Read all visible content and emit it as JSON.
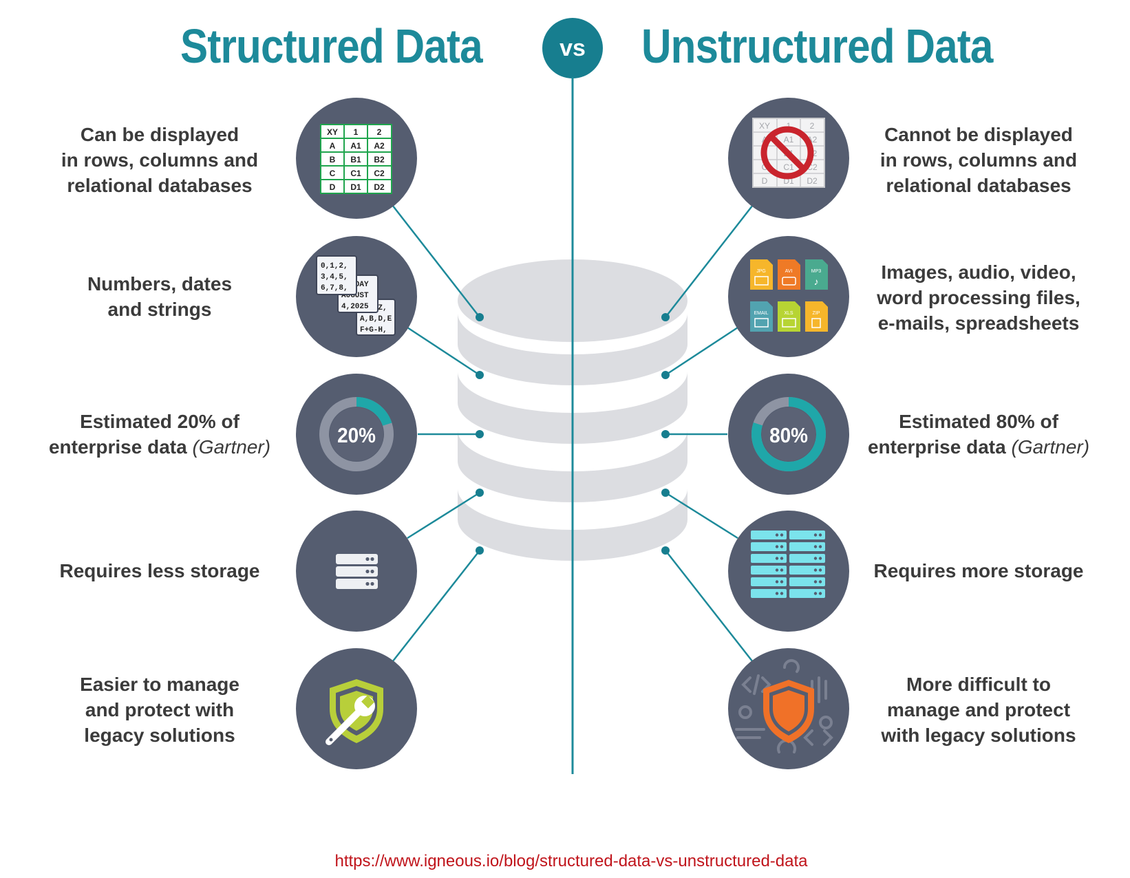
{
  "header": {
    "left_title": "Structured Data",
    "vs": "vs",
    "right_title": "Unstructured Data"
  },
  "structured": {
    "rows": [
      {
        "icon": "table-grid-icon",
        "lines": [
          "Can be displayed",
          "in rows, columns and",
          "relational databases"
        ]
      },
      {
        "icon": "data-values-icon",
        "lines": [
          "Numbers, dates",
          "and strings"
        ]
      },
      {
        "icon": "donut-percent-icon",
        "percent": 20,
        "percent_label": "20%",
        "lines": [
          "Estimated 20% of"
        ],
        "last_prefix": "enterprise data ",
        "last_source": "(Gartner)"
      },
      {
        "icon": "small-server-icon",
        "lines": [
          "Requires less storage"
        ]
      },
      {
        "icon": "shield-wrench-icon",
        "lines": [
          "Easier to manage",
          "and protect with",
          "legacy solutions"
        ]
      }
    ]
  },
  "unstructured": {
    "rows": [
      {
        "icon": "no-table-icon",
        "lines": [
          "Cannot be displayed",
          "in rows, columns and",
          "relational databases"
        ]
      },
      {
        "icon": "file-types-icon",
        "lines": [
          "Images, audio, video,",
          "word processing files,",
          "e-mails, spreadsheets"
        ]
      },
      {
        "icon": "donut-percent-icon",
        "percent": 80,
        "percent_label": "80%",
        "lines": [
          "Estimated 80% of"
        ],
        "last_prefix": "enterprise data ",
        "last_source": "(Gartner)"
      },
      {
        "icon": "large-server-icon",
        "lines": [
          "Requires more storage"
        ]
      },
      {
        "icon": "shield-tools-icon",
        "lines": [
          "More difficult to",
          "manage and protect",
          "with legacy solutions"
        ]
      }
    ]
  },
  "icon_text": {
    "table": {
      "headers": [
        "XY",
        "1",
        "2"
      ],
      "rows": [
        [
          "A",
          "A1",
          "A2"
        ],
        [
          "B",
          "B1",
          "B2"
        ],
        [
          "C",
          "C1",
          "C2"
        ],
        [
          "D",
          "D1",
          "D2"
        ]
      ]
    },
    "data_cards": [
      "0,1,2,",
      "3,4,5,",
      "6,7,8,",
      "MONDAY",
      "AUGUST",
      "4,2025",
      "X,Y,Z,",
      "A,B,D,E",
      "F+G-H,"
    ],
    "file_types": [
      "JPG",
      "AVI",
      "MP3",
      "EMAIL",
      "XLS",
      "ZIP"
    ]
  },
  "colors": {
    "teal": "#1d8a9a",
    "circle": "#555d70",
    "database": "#dcdde1",
    "source_link": "#c0141b"
  },
  "source_url": "https://www.igneous.io/blog/structured-data-vs-unstructured-data"
}
